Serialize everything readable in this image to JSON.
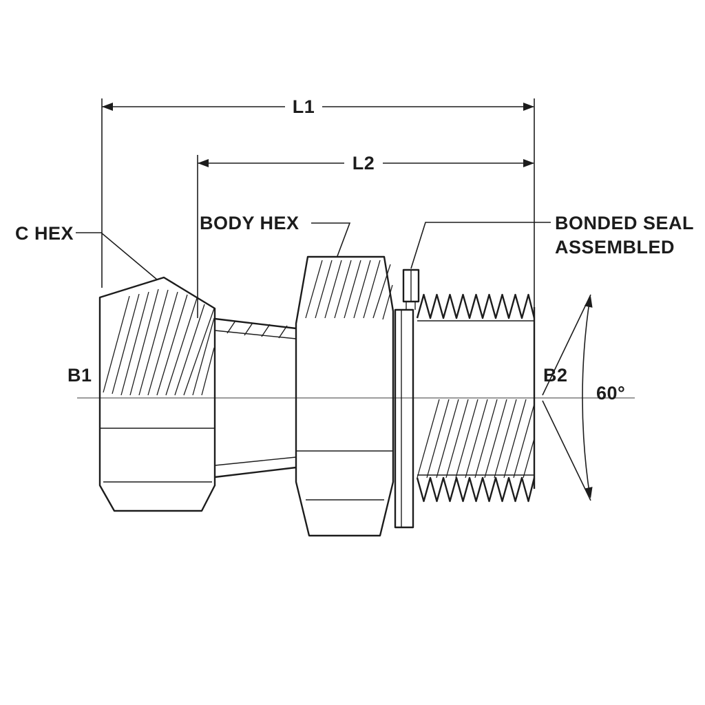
{
  "drawing": {
    "colors": {
      "line": "#1c1c1c",
      "background": "#ffffff"
    },
    "labels": {
      "l1": "L1",
      "l2": "L2",
      "c_hex": "C HEX",
      "body_hex": "BODY HEX",
      "bonded_seal_line1": "BONDED SEAL",
      "bonded_seal_line2": "ASSEMBLED",
      "b1": "B1",
      "b2": "B2",
      "angle": "60°"
    }
  }
}
